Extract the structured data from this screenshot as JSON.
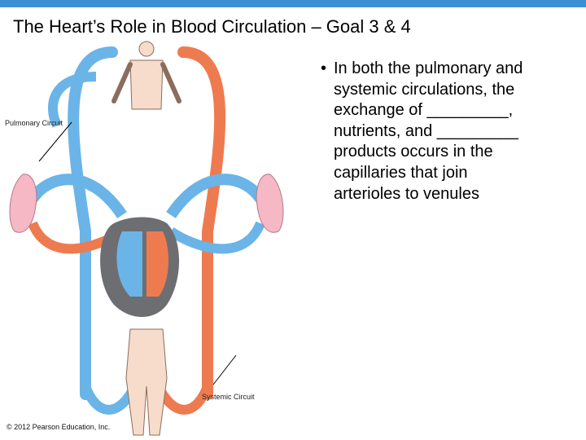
{
  "header": {
    "title": "The Heart’s Role in Blood Circulation – Goal 3 & 4",
    "accent_color": "#3c8fd3"
  },
  "body_text": {
    "bullet_symbol": "•",
    "lines": [
      "In both the pulmonary and",
      "systemic circulations, the",
      "exchange of _________,",
      "nutrients, and _________",
      "products occurs in the",
      "capillaries that join",
      "arterioles to venules"
    ]
  },
  "diagram": {
    "pulmonary_label": "Pulmonary Circuit",
    "systemic_label": "Systemic Circuit",
    "colors": {
      "oxygen_poor": "#6ab4e8",
      "oxygen_rich": "#ee7b4f",
      "heart": "#6d6e71",
      "lung": "#f5b8c4",
      "skin": "#f7dccb"
    }
  },
  "footer": {
    "copyright": "© 2012 Pearson Education, Inc."
  }
}
